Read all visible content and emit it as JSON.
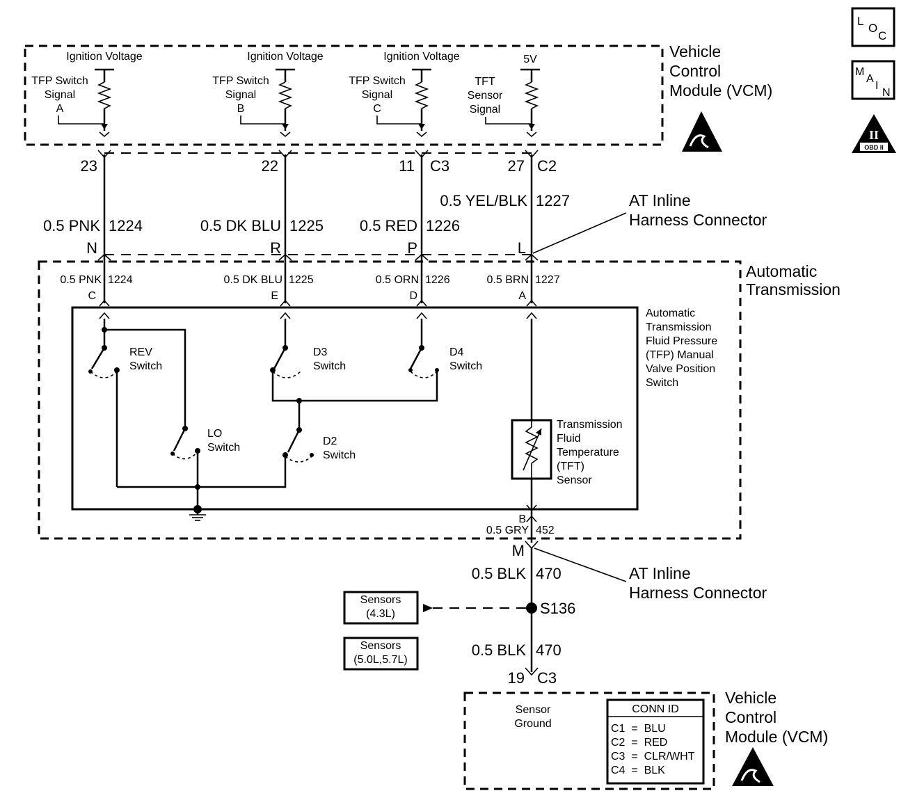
{
  "vcm_top": {
    "title_lines": [
      "Vehicle",
      "Control",
      "Module (VCM)"
    ],
    "supplies": [
      "Ignition Voltage",
      "Ignition Voltage",
      "Ignition Voltage",
      "5V"
    ],
    "inputs": [
      {
        "lines": [
          "TFP Switch",
          "Signal",
          "A"
        ]
      },
      {
        "lines": [
          "TFP Switch",
          "Signal",
          "B"
        ]
      },
      {
        "lines": [
          "TFP Switch",
          "Signal",
          "C"
        ]
      },
      {
        "lines": [
          "TFT",
          "Sensor",
          "Signal"
        ]
      }
    ]
  },
  "icons": {
    "loc": [
      "L",
      "O",
      "C"
    ],
    "main": [
      "M",
      "A",
      "I",
      "N"
    ],
    "obd": [
      "II",
      "OBD II"
    ]
  },
  "vcm_pins": [
    {
      "pin": "23",
      "conn": ""
    },
    {
      "pin": "22",
      "conn": ""
    },
    {
      "pin": "11",
      "conn": "C3"
    },
    {
      "pin": "27",
      "conn": "C2"
    }
  ],
  "upper_wires": [
    {
      "wire": "0.5 PNK",
      "circuit": "1224"
    },
    {
      "wire": "0.5 DK BLU",
      "circuit": "1225"
    },
    {
      "wire": "0.5 RED",
      "circuit": "1226"
    },
    {
      "wire": "0.5 YEL/BLK",
      "circuit": "1227"
    }
  ],
  "inline_pins": [
    "N",
    "R",
    "P",
    "L"
  ],
  "inline_connector_label": [
    "AT Inline",
    "Harness Connector"
  ],
  "transmission": {
    "title_lines": [
      "Automatic",
      "Transmission"
    ],
    "wires": [
      {
        "wire": "0.5 PNK",
        "circuit": "1224",
        "pin": "C"
      },
      {
        "wire": "0.5 DK BLU",
        "circuit": "1225",
        "pin": "E"
      },
      {
        "wire": "0.5 ORN",
        "circuit": "1226",
        "pin": "D"
      },
      {
        "wire": "0.5 BRN",
        "circuit": "1227",
        "pin": "A"
      }
    ],
    "tfp_title_lines": [
      "Automatic",
      "Transmission",
      "Fluid Pressure",
      "(TFP) Manual",
      "Valve Position",
      "Switch"
    ],
    "switches": {
      "rev": [
        "REV",
        "Switch"
      ],
      "d3": [
        "D3",
        "Switch"
      ],
      "d4": [
        "D4",
        "Switch"
      ],
      "lo": [
        "LO",
        "Switch"
      ],
      "d2": [
        "D2",
        "Switch"
      ]
    },
    "tft_label_lines": [
      "Transmission",
      "Fluid",
      "Temperature",
      "(TFT)",
      "Sensor"
    ],
    "bottom_pin": "B",
    "bottom_wire": {
      "wire": "0.5 GRY",
      "circuit": "452"
    }
  },
  "lower": {
    "inline_pin": "M",
    "wire1": {
      "wire": "0.5 BLK",
      "circuit": "470"
    },
    "splice": "S136",
    "sensors_43": [
      "Sensors",
      "(4.3L)"
    ],
    "sensors_57": [
      "Sensors",
      "(5.0L,5.7L)"
    ],
    "wire2": {
      "wire": "0.5 BLK",
      "circuit": "470"
    },
    "vcm_pin": {
      "pin": "19",
      "conn": "C3"
    }
  },
  "vcm_bottom": {
    "title_lines": [
      "Vehicle",
      "Control",
      "Module (VCM)"
    ],
    "sensor_ground": [
      "Sensor",
      "Ground"
    ],
    "conn_id": {
      "title": "CONN ID",
      "rows": [
        "C1  =  BLU",
        "C2  =  RED",
        "C3  =  CLR/WHT",
        "C4  =  BLK"
      ]
    }
  }
}
